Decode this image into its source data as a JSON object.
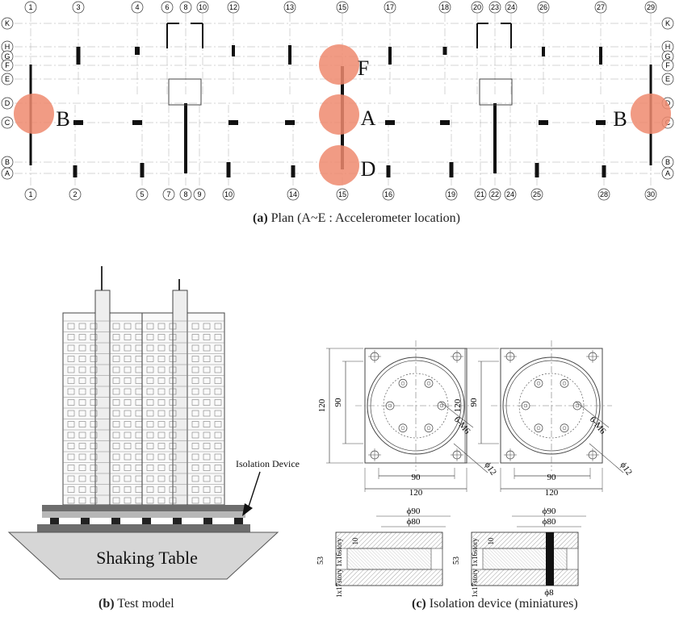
{
  "plan": {
    "caption_letter": "(a)",
    "caption_text": "Plan (A~E : Accelerometer location)",
    "top_axes": [
      "1",
      "3",
      "4",
      "6",
      "8",
      "10",
      "12",
      "13",
      "15",
      "17",
      "18",
      "20",
      "23",
      "24",
      "26",
      "27",
      "29"
    ],
    "bottom_axes": [
      "1",
      "2",
      "5",
      "7",
      "8",
      "9",
      "10",
      "14",
      "15",
      "16",
      "19",
      "21",
      "22",
      "24",
      "25",
      "28",
      "30"
    ],
    "left_rows": [
      "K",
      "H",
      "G",
      "F",
      "E",
      "D",
      "C",
      "B",
      "A"
    ],
    "right_rows": [
      "K",
      "H",
      "G",
      "F",
      "E",
      "D",
      "C",
      "B",
      "A"
    ],
    "accelerometers": [
      {
        "label": "B"
      },
      {
        "label": "F"
      },
      {
        "label": "A"
      },
      {
        "label": "D"
      },
      {
        "label": "B"
      }
    ],
    "marker_color": "#ef8a6f"
  },
  "model": {
    "caption_letter": "(b)",
    "caption_text": "Test model",
    "isolation_label": "Isolation Device",
    "table_label": "Shaking Table"
  },
  "isolation": {
    "caption_letter": "(c)",
    "caption_text": "Isolation device (miniatures)",
    "left": {
      "dim_outer": "120",
      "dim_inner": "90",
      "dim_bottom_inner": "90",
      "dim_bottom_outer": "120",
      "bolt_label": "6-M6",
      "hole_label": "ϕ12",
      "sec_d_outer": "ϕ90",
      "sec_d_inner": "ϕ80",
      "sec_height": "53",
      "sec_layer": "10",
      "sec_16": "1x16story",
      "sec_17": "1x17story"
    },
    "right": {
      "dim_outer": "120",
      "dim_inner": "90",
      "dim_bottom_inner": "90",
      "dim_bottom_outer": "120",
      "bolt_label": "6-M6",
      "hole_label": "ϕ12",
      "sec_d_outer": "ϕ90",
      "sec_d_inner": "ϕ80",
      "sec_height": "53",
      "sec_layer": "10",
      "sec_16": "1x16story",
      "sec_17": "1x17story",
      "core_label": "ϕ8"
    }
  }
}
